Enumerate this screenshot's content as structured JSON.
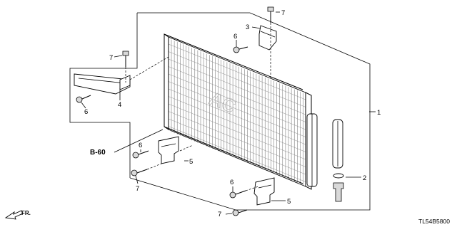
{
  "diagram_code": "TL54B5800",
  "reference": "B-60",
  "direction_label": "FR.",
  "callouts": [
    {
      "id": "c1",
      "label": "1"
    },
    {
      "id": "c2",
      "label": "2"
    },
    {
      "id": "c3",
      "label": "3"
    },
    {
      "id": "c4",
      "label": "4"
    },
    {
      "id": "c5a",
      "label": "5"
    },
    {
      "id": "c5b",
      "label": "5"
    },
    {
      "id": "c6a",
      "label": "6"
    },
    {
      "id": "c6b",
      "label": "6"
    },
    {
      "id": "c6c",
      "label": "6"
    },
    {
      "id": "c6d",
      "label": "6"
    },
    {
      "id": "c7a",
      "label": "7"
    },
    {
      "id": "c7b",
      "label": "7"
    },
    {
      "id": "c7c",
      "label": "7"
    },
    {
      "id": "c7d",
      "label": "7"
    }
  ]
}
